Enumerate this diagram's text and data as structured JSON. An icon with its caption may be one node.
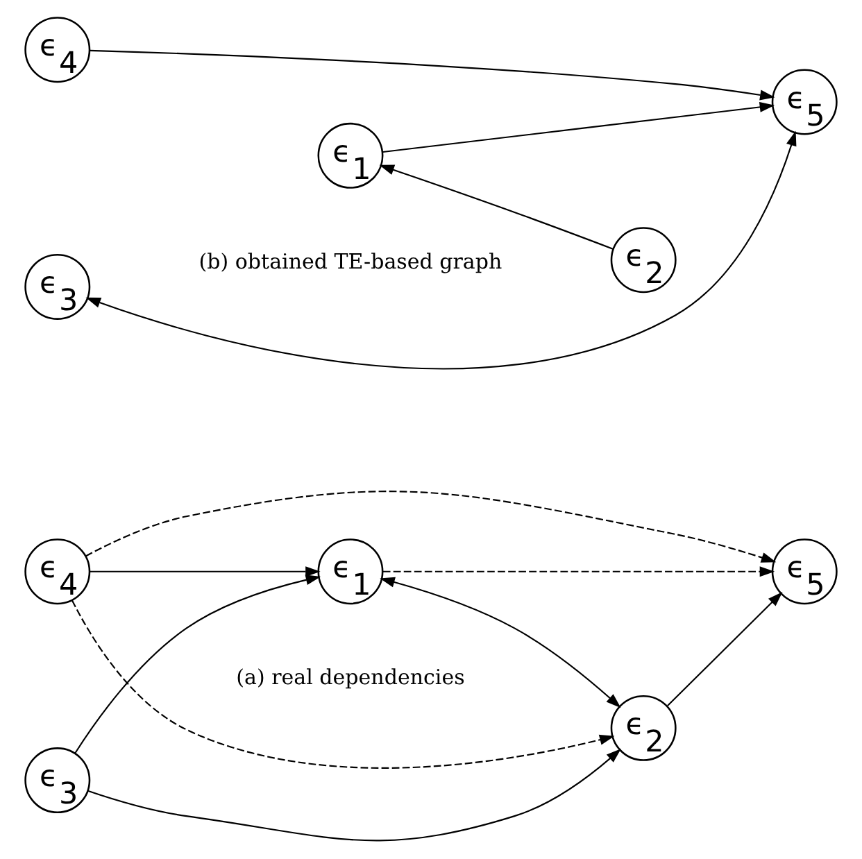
{
  "diagram": {
    "nodes": [
      {
        "text": [
          "ϵ$_{4}$"
        ]
      },
      {
        "text": [
          "ϵ$_{1}$"
        ]
      },
      {
        "text": [
          "ϵ$_{2}$"
        ]
      },
      {
        "text": [
          "ϵ$_{5}$"
        ]
      },
      {
        "text": [
          "ϵ$_{3}$"
        ]
      },
      {
        "text": [
          "ϵ$_{4}$"
        ]
      },
      {
        "text": [
          "ϵ$_{1}$"
        ]
      },
      {
        "text": [
          "ϵ$_{2}$"
        ]
      },
      {
        "text": [
          "ϵ$_{5}$"
        ]
      },
      {
        "text": [
          "ϵ$_{3}$"
        ]
      }
    ],
    "edges": [
      {
        "from": 0,
        "to": 2,
        "arrow": "to",
        "style": "dashed"
      },
      {
        "from": 0,
        "to": 3,
        "arrow": "to",
        "style": "dashed"
      },
      {
        "from": 1,
        "to": 3,
        "arrow": "to",
        "style": "dashed"
      },
      {
        "from": 0,
        "to": 1,
        "arrow": "to"
      },
      {
        "from": 1,
        "to": 2,
        "arrow": "both"
      },
      {
        "from": 2,
        "to": 3,
        "arrow": "to"
      },
      {
        "from": 4,
        "to": 1,
        "arrow": "to"
      },
      {
        "from": 4,
        "to": 2,
        "arrow": "to"
      },
      {
        "from": 5,
        "to": 8,
        "arrow": "to"
      },
      {
        "from": 6,
        "to": 8,
        "arrow": "to"
      },
      {
        "from": 7,
        "to": 6,
        "arrow": "to"
      },
      {
        "from": 8,
        "to": 9,
        "arrow": "both"
      }
    ],
    "labels": [
      "(a) real dependencies",
      "(b) obtained TE-based graph"
    ]
  }
}
